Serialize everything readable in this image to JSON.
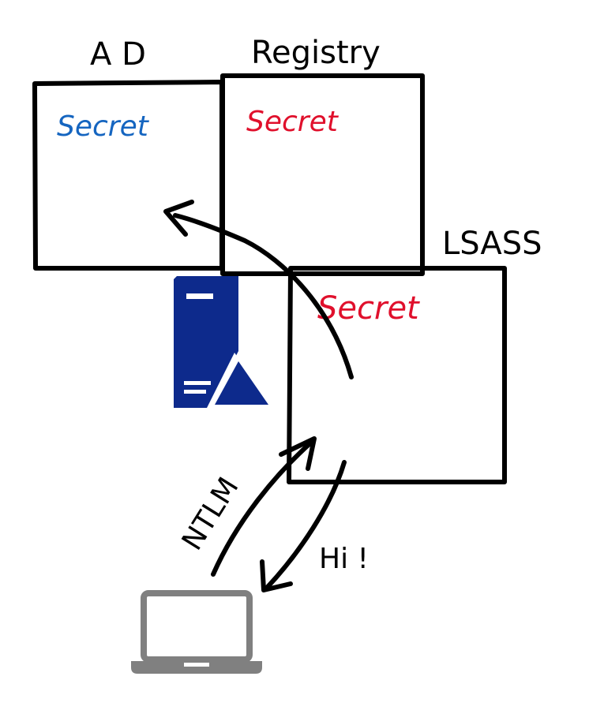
{
  "boxes": {
    "ad": {
      "title": "A D",
      "secret": "Secret"
    },
    "registry": {
      "title": "Registry",
      "secret": "Secret"
    },
    "lsass": {
      "title": "LSASS",
      "secret": "Secret"
    }
  },
  "labels": {
    "ntlm": "NTLM",
    "hi": "Hi !"
  },
  "icons": {
    "server": "server-icon",
    "laptop": "laptop-icon"
  },
  "colors": {
    "ink": "#000000",
    "secret_ad": "#1565c0",
    "secret_other": "#e0102c",
    "server": "#0d2a8c",
    "laptop": "#808080"
  }
}
